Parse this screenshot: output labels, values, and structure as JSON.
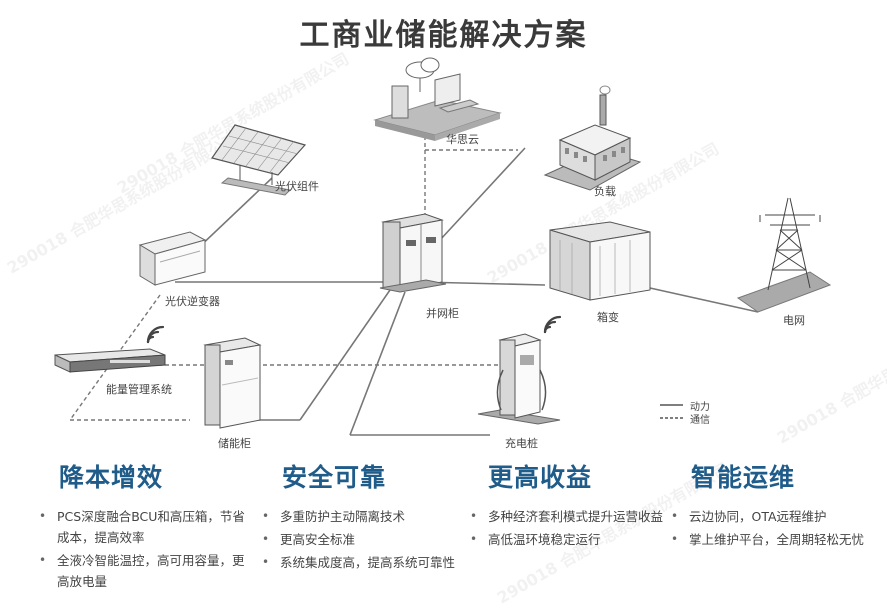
{
  "title": "工商业储能解决方案",
  "watermark": "290018 合肥华思系统股份有限公司",
  "nodes": {
    "cloud": "华思云",
    "pv_module": "光伏组件",
    "load": "负载",
    "pv_inverter": "光伏逆变器",
    "grid_cabinet": "并网柜",
    "transformer": "箱变",
    "power_grid": "电网",
    "ems": "能量管理系统",
    "storage_cabinet": "储能柜",
    "charging_pile": "充电桩"
  },
  "legend": {
    "power": "动力",
    "comm": "通信"
  },
  "features": [
    {
      "title": "降本增效",
      "items": [
        "PCS深度融合BCU和高压箱，节省成本，提高效率",
        "全液冷智能温控，高可用容量，更高放电量"
      ]
    },
    {
      "title": "安全可靠",
      "items": [
        "多重防护主动隔离技术",
        "更高安全标准",
        "系统集成度高，提高系统可靠性"
      ]
    },
    {
      "title": "更高收益",
      "items": [
        "多种经济套利模式提升运营收益",
        "高低温环境稳定运行"
      ]
    },
    {
      "title": "智能运维",
      "items": [
        "云边协同，OTA远程维护",
        "掌上维护平台，全周期轻松无忧"
      ]
    }
  ]
}
